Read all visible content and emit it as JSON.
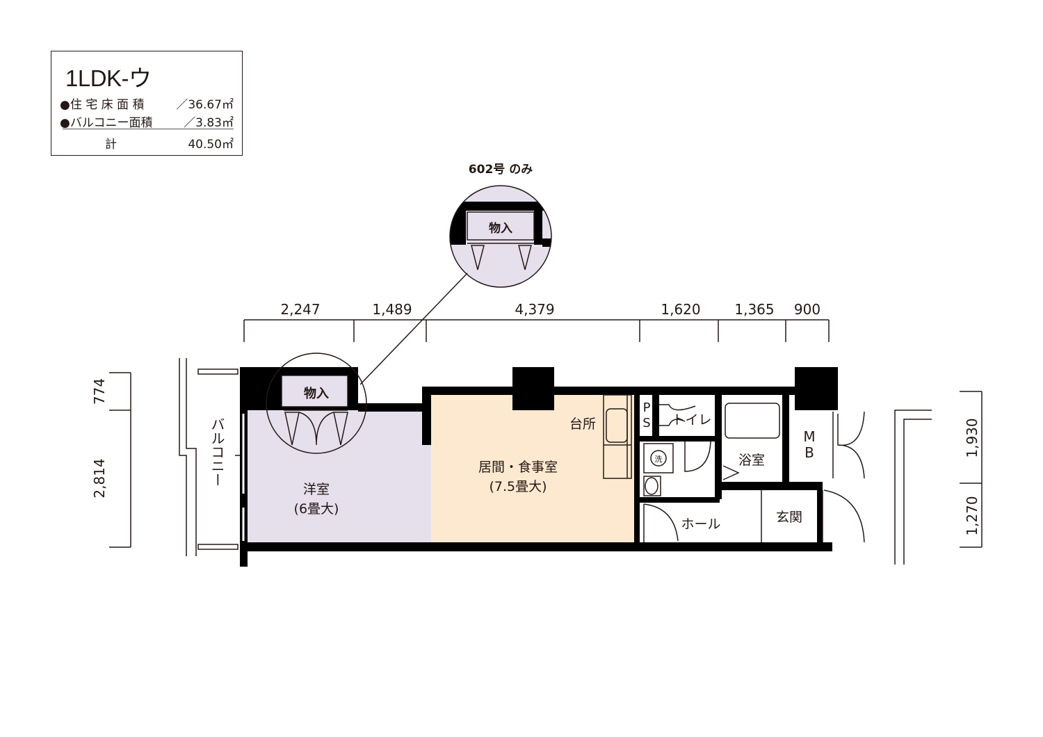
{
  "info": {
    "plan_type": "1LDK-ウ",
    "floor_area_label": "●住 宅 床 面 積",
    "floor_area_value": "／36.67㎡",
    "balcony_area_label": "●バルコニー面積",
    "balcony_area_value": "／3.83㎡",
    "total_label": "計",
    "total_value": "40.50㎡"
  },
  "inset": {
    "note": "602号 のみ",
    "closet_label": "物入"
  },
  "dimensions": {
    "top": [
      "2,247",
      "1,489",
      "4,379",
      "1,620",
      "1,365",
      "900"
    ],
    "left": [
      "774",
      "2,814"
    ],
    "right": [
      "1,930",
      "1,270"
    ]
  },
  "rooms": {
    "balcony": "バルコニー",
    "closet": "物入",
    "western_room": "洋室",
    "western_room_size": "(6畳大)",
    "kitchen": "台所",
    "living_dining": "居間・食事室",
    "living_dining_size": "(7.5畳大)",
    "ps_p": "P",
    "ps_s": "S",
    "toilet": "トイレ",
    "washer": "洗",
    "bath": "浴室",
    "mb_m": "M",
    "mb_b": "B",
    "hall": "ホール",
    "entrance": "玄関"
  },
  "colors": {
    "western_room": "#e6dfec",
    "living_dining": "#fce9d0",
    "wall": "#000000"
  }
}
